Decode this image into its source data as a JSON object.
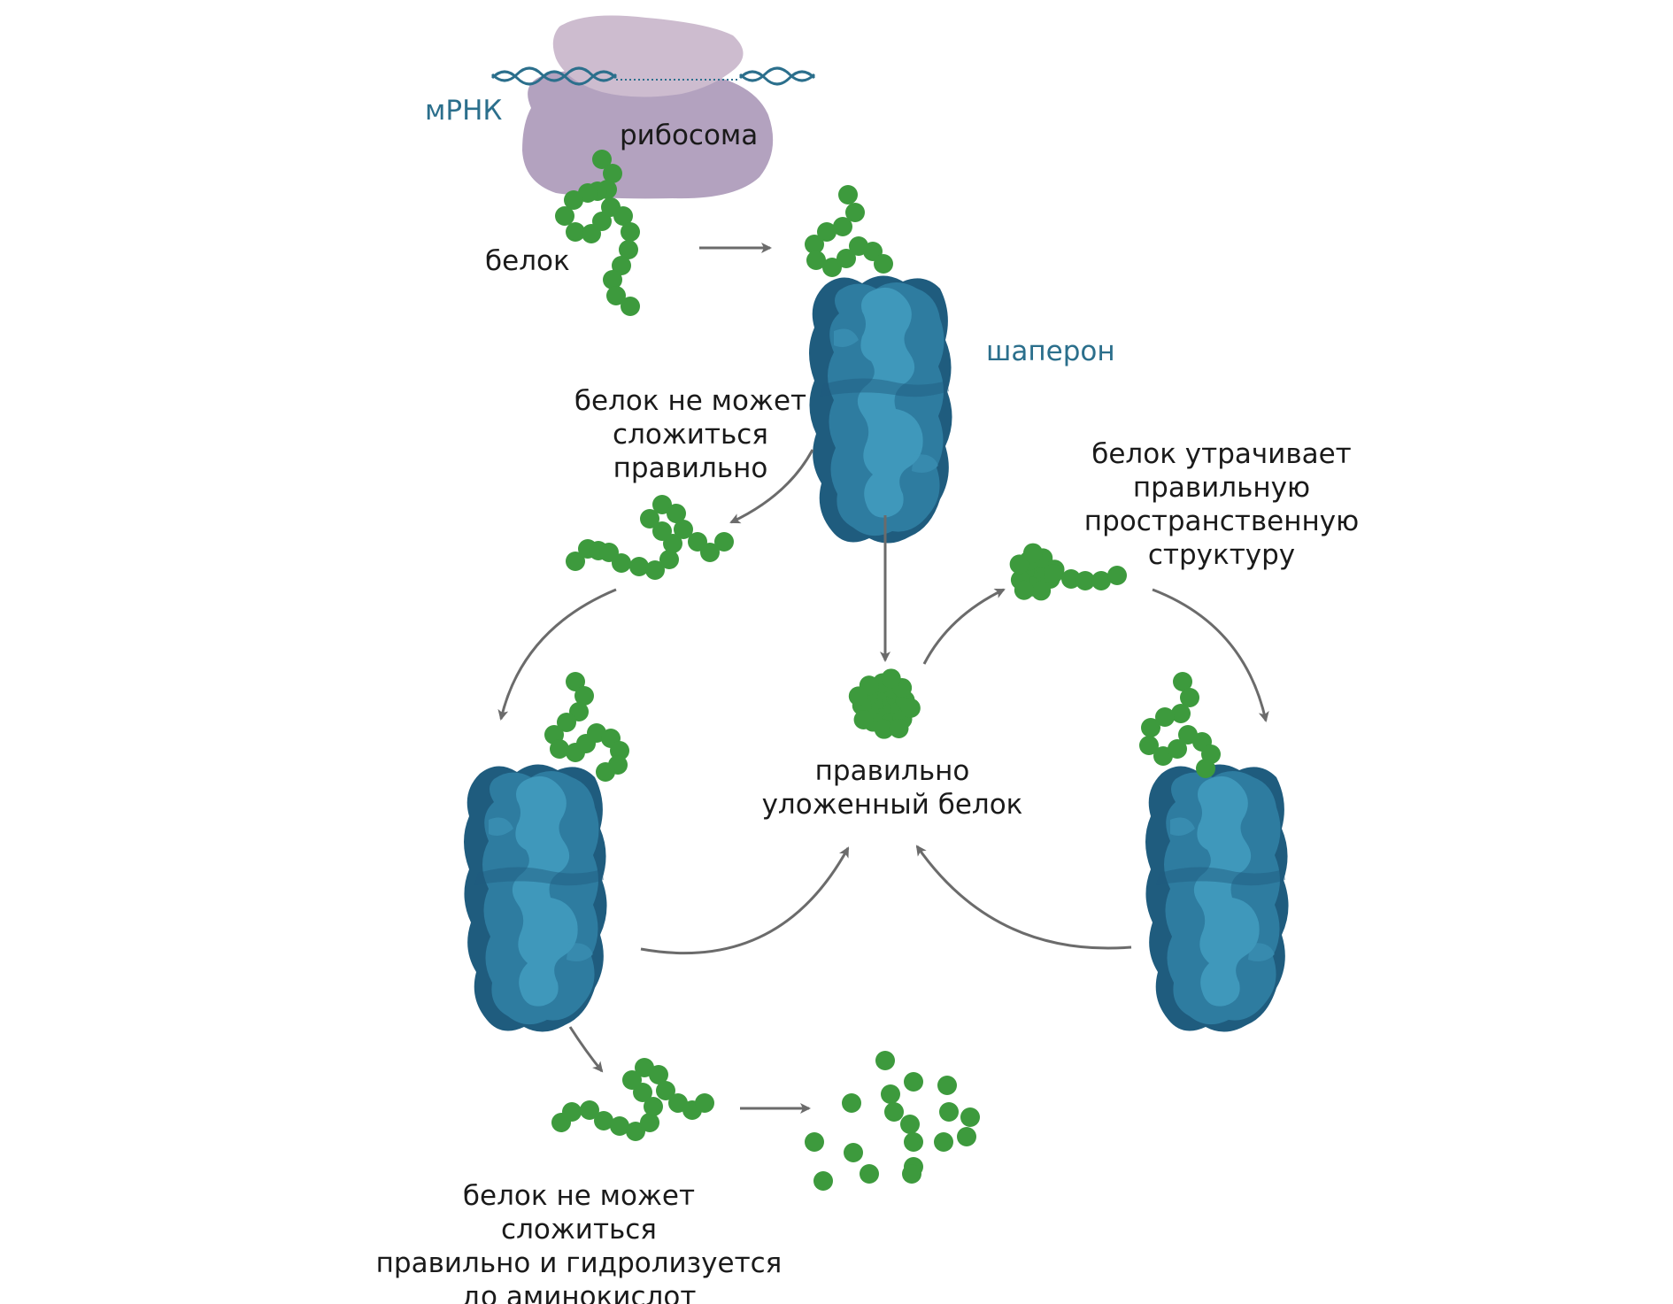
{
  "labels": {
    "mrna": "мРНК",
    "ribosome": "рибосома",
    "protein": "белок",
    "chaperone": "шаперон",
    "cannot_fold": [
      "белок не может",
      "сложиться",
      "правильно"
    ],
    "loses_structure": [
      "белок утрачивает",
      "правильную",
      "пространственную",
      "структуру"
    ],
    "folded_protein": [
      "правильно",
      "уложенный белок"
    ],
    "hydrolyzed": [
      "белок не может",
      "сложиться",
      "правильно и гидролизуется",
      "до аминокислот"
    ]
  },
  "colors": {
    "protein_green": "#3d9a3d",
    "chaperone_dark": "#1f5c7e",
    "chaperone_mid": "#2e7ca0",
    "chaperone_light": "#3f98bb",
    "ribosome_large": "#b3a2bf",
    "ribosome_small": "#cdbccf",
    "mrna_blue": "#2b6f8c",
    "arrow_gray": "#6b6b6b"
  }
}
